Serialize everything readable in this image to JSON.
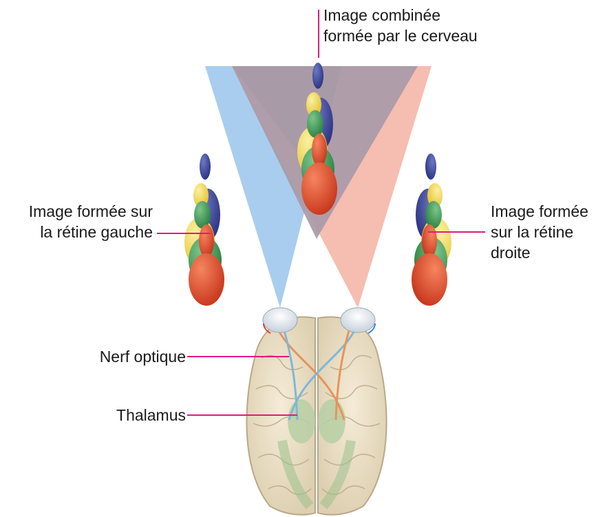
{
  "labels": {
    "combined": [
      "Image combinée",
      "formée par le cerveau"
    ],
    "left_retina": [
      "Image formée sur",
      "la rétine gauche"
    ],
    "right_retina": [
      "Image formée",
      "sur la rétine",
      "droite"
    ],
    "optic_nerve": "Nerf optique",
    "thalamus": "Thalamus"
  },
  "colors": {
    "leader_line": "#e0197d",
    "left_field": "#a9cdee",
    "right_field": "#f6bdb1",
    "overlap": "#a89aa8",
    "pin_dark_blue": "#3d4596",
    "pin_yellow": "#f0d64a",
    "pin_green": "#3f9a55",
    "pin_red": "#e0492a",
    "brain": "#ece0c6",
    "thalamus": "#b6cfa4"
  }
}
